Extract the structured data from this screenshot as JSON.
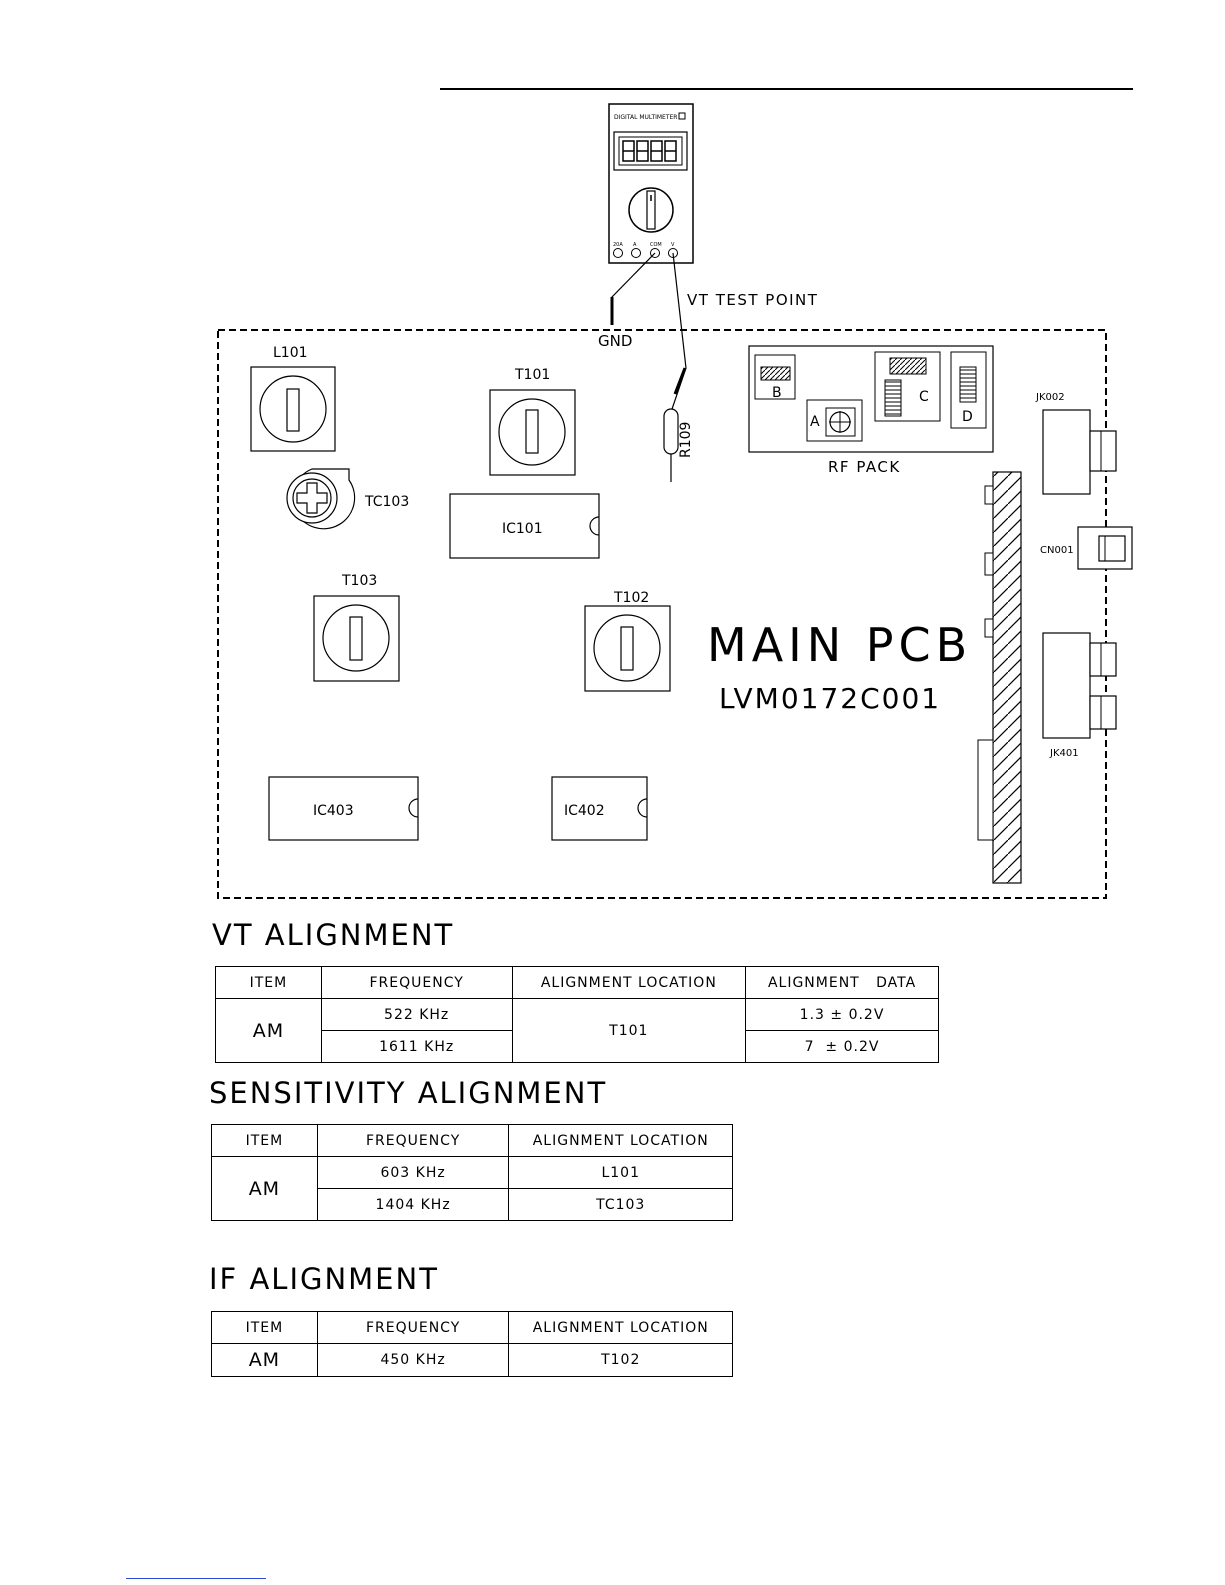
{
  "meter": {
    "label": "DIGITAL MULTIMETER",
    "jacks": [
      "20A",
      "A",
      "COM",
      "V"
    ]
  },
  "probe_labels": {
    "vt_test_point": "VT TEST POINT",
    "gnd": "GND"
  },
  "pcb": {
    "title": "MAIN PCB",
    "part_number": "LVM0172C001",
    "components": {
      "L101": "L101",
      "T101": "T101",
      "R109": "R109",
      "TC103": "TC103",
      "IC101": "IC101",
      "T103": "T103",
      "T102": "T102",
      "IC403": "IC403",
      "IC402": "IC402",
      "JK002": "JK002",
      "CN001": "CN001",
      "JK401": "JK401"
    },
    "rf_pack": {
      "label": "RF PACK",
      "a": "A",
      "b": "B",
      "c": "C",
      "d": "D"
    }
  },
  "vt_alignment": {
    "title": "VT ALIGNMENT",
    "headers": [
      "ITEM",
      "FREQUENCY",
      "ALIGNMENT LOCATION",
      "ALIGNMENT   DATA"
    ],
    "item": "AM",
    "location": "T101",
    "rows": [
      {
        "frequency": "522 KHz",
        "data": "1.3 ± 0.2V"
      },
      {
        "frequency": "1611 KHz",
        "data": "7  ± 0.2V"
      }
    ]
  },
  "sensitivity_alignment": {
    "title": "SENSITIVITY ALIGNMENT",
    "headers": [
      "ITEM",
      "FREQUENCY",
      "ALIGNMENT LOCATION"
    ],
    "item": "AM",
    "rows": [
      {
        "frequency": "603 KHz",
        "location": "L101"
      },
      {
        "frequency": "1404 KHz",
        "location": "TC103"
      }
    ]
  },
  "if_alignment": {
    "title": "IF ALIGNMENT",
    "headers": [
      "ITEM",
      "FREQUENCY",
      "ALIGNMENT LOCATION"
    ],
    "item": "AM",
    "rows": [
      {
        "frequency": "450 KHz",
        "location": "T102"
      }
    ]
  }
}
